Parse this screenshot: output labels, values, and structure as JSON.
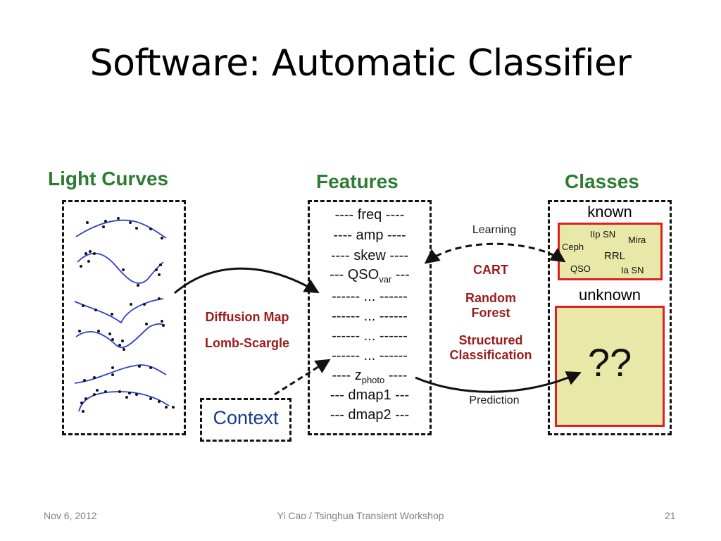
{
  "slide": {
    "title": "Software: Automatic Classifier",
    "footer_date": "Nov 6, 2012",
    "footer_center": "Yi Cao / Tsinghua Transient Workshop",
    "footer_page": "21"
  },
  "diagram": {
    "light_curves_heading": "Light Curves",
    "features_heading": "Features",
    "classes_heading": "Classes",
    "feature_rows": [
      "---- freq ----",
      "---- amp ----",
      "---- skew ----",
      "--- QSO",
      "------ ... ------",
      "------ ... ------",
      "------ ... ------",
      "------ ... ------",
      "---- z",
      "--- dmap1 ---",
      "--- dmap2 ---"
    ],
    "qso_subscript": "var",
    "qso_suffix": " ---",
    "z_subscript": "photo",
    "z_suffix": " ----",
    "methods_left": [
      "Diffusion Map",
      "Lomb-Scargle"
    ],
    "methods_right": [
      "CART",
      "Random Forest",
      "Structured Classification"
    ],
    "learning_label": "Learning",
    "prediction_label": "Prediction",
    "context_label": "Context",
    "known_label": "known",
    "unknown_label": "unknown",
    "unknown_mark": "??",
    "known_classes": [
      "IIp SN",
      "Mira",
      "Ceph",
      "RRL",
      "QSO",
      "Ia SN"
    ],
    "colors": {
      "heading_green": "#2e7d32",
      "method_red": "#9b1b1b",
      "class_fill": "#e8e8a8",
      "class_border": "#e02020",
      "curve_blue": "#2b3fd1"
    }
  }
}
